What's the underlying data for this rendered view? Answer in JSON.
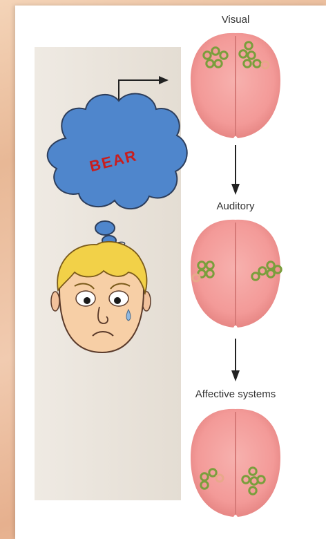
{
  "labels": {
    "visual": "Visual",
    "auditory": "Auditory",
    "affective": "Affective systems"
  },
  "thought": {
    "word": "BEAR",
    "cloud_color": "#4f86cc",
    "text_color": "#c81e1e"
  },
  "colors": {
    "brain": "#f39a98",
    "activation": "#7a9e3c"
  },
  "icons": {
    "arrow": "arrow-icon",
    "brain": "brain-icon",
    "face": "frightened-boy-face"
  }
}
